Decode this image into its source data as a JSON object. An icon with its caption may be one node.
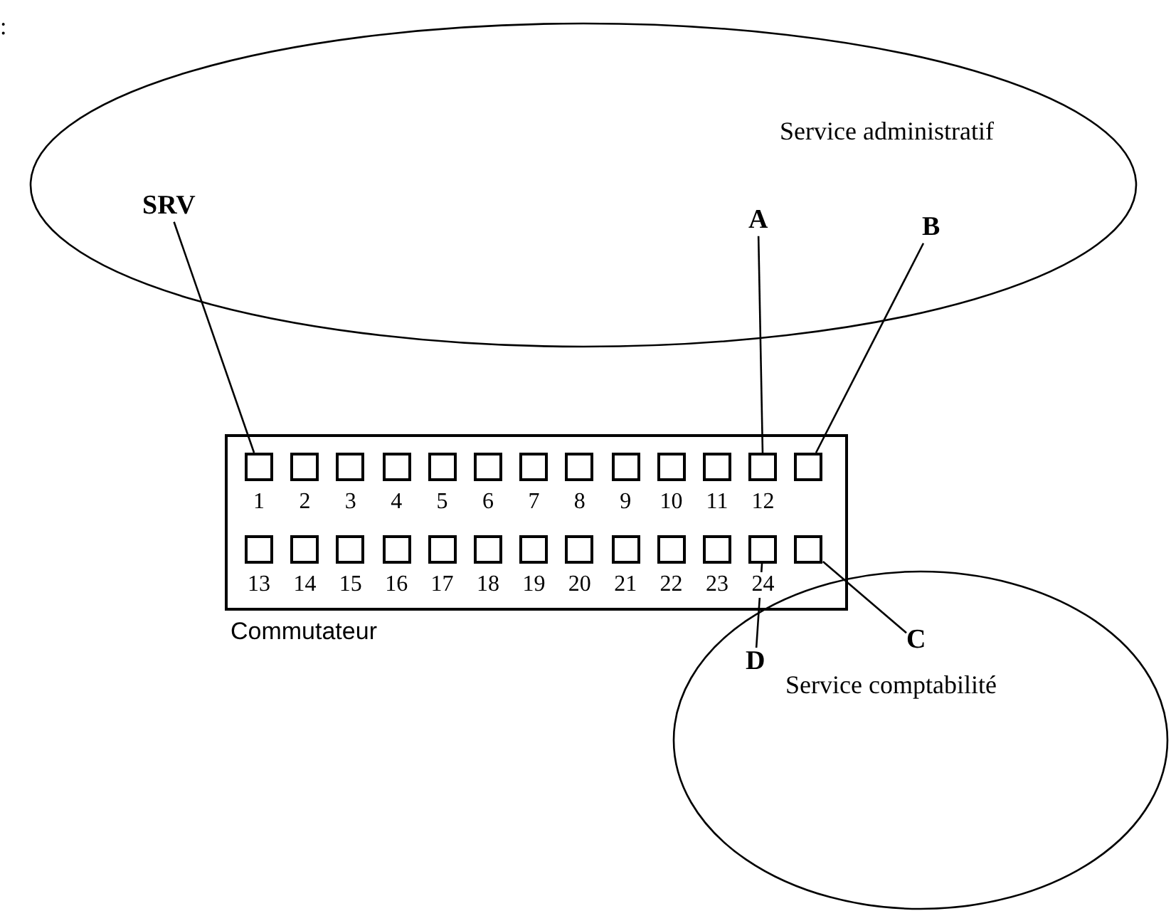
{
  "diagram": {
    "nodes": [
      {
        "text": [
          "Service administratif"
        ]
      },
      {
        "text": [
          "SRV"
        ],
        "in": 0
      },
      {
        "text": [
          "A"
        ],
        "in": 0
      },
      {
        "text": [
          "B"
        ],
        "in": 0
      },
      {
        "text": [
          "Commutateur"
        ]
      },
      {
        "text": [],
        "shape": "box",
        "in": 4,
        "beside": [
          "1"
        ]
      },
      {
        "text": [],
        "shape": "box",
        "in": 4,
        "beside": [
          "2"
        ]
      },
      {
        "text": [],
        "shape": "box",
        "in": 4,
        "beside": [
          "3"
        ]
      },
      {
        "text": [],
        "shape": "box",
        "in": 4,
        "beside": [
          "4"
        ]
      },
      {
        "text": [],
        "shape": "box",
        "in": 4,
        "beside": [
          "5"
        ]
      },
      {
        "text": [],
        "shape": "box",
        "in": 4,
        "beside": [
          "6"
        ]
      },
      {
        "text": [],
        "shape": "box",
        "in": 4,
        "beside": [
          "7"
        ]
      },
      {
        "text": [],
        "shape": "box",
        "in": 4,
        "beside": [
          "8"
        ]
      },
      {
        "text": [],
        "shape": "box",
        "in": 4,
        "beside": [
          "9"
        ]
      },
      {
        "text": [],
        "shape": "box",
        "in": 4,
        "beside": [
          "10"
        ]
      },
      {
        "text": [],
        "shape": "box",
        "in": 4,
        "beside": [
          "11"
        ]
      },
      {
        "text": [],
        "shape": "box",
        "in": 4,
        "beside": [
          "12"
        ]
      },
      {
        "text": [],
        "shape": "box",
        "in": 4
      },
      {
        "text": [],
        "shape": "box",
        "in": 4,
        "beside": [
          "13"
        ]
      },
      {
        "text": [],
        "shape": "box",
        "in": 4,
        "beside": [
          "14"
        ]
      },
      {
        "text": [],
        "shape": "box",
        "in": 4,
        "beside": [
          "15"
        ]
      },
      {
        "text": [],
        "shape": "box",
        "in": 4,
        "beside": [
          "16"
        ]
      },
      {
        "text": [],
        "shape": "box",
        "in": 4,
        "beside": [
          "17"
        ]
      },
      {
        "text": [],
        "shape": "box",
        "in": 4,
        "beside": [
          "18"
        ]
      },
      {
        "text": [],
        "shape": "box",
        "in": 4,
        "beside": [
          "19"
        ]
      },
      {
        "text": [],
        "shape": "box",
        "in": 4,
        "beside": [
          "20"
        ]
      },
      {
        "text": [],
        "shape": "box",
        "in": 4,
        "beside": [
          "21"
        ]
      },
      {
        "text": [],
        "shape": "box",
        "in": 4,
        "beside": [
          "22"
        ]
      },
      {
        "text": [],
        "shape": "box",
        "in": 4,
        "beside": [
          "23"
        ]
      },
      {
        "text": [],
        "shape": "box",
        "in": 4,
        "beside": [
          "24"
        ]
      },
      {
        "text": [],
        "shape": "box",
        "in": 4
      },
      {
        "text": [
          "Service comptabilité"
        ]
      },
      {
        "text": [
          "C"
        ],
        "in": 31
      },
      {
        "text": [
          "D"
        ],
        "in": 31
      }
    ],
    "edges": [
      {
        "from": 1,
        "to": 5,
        "arrow": "none"
      },
      {
        "from": 2,
        "to": 16,
        "arrow": "none"
      },
      {
        "from": 3,
        "to": 17,
        "arrow": "none"
      },
      {
        "from": 32,
        "to": 30,
        "arrow": "none"
      },
      {
        "from": 33,
        "to": 29,
        "arrow": "none"
      }
    ],
    "labels": [
      ":"
    ]
  }
}
